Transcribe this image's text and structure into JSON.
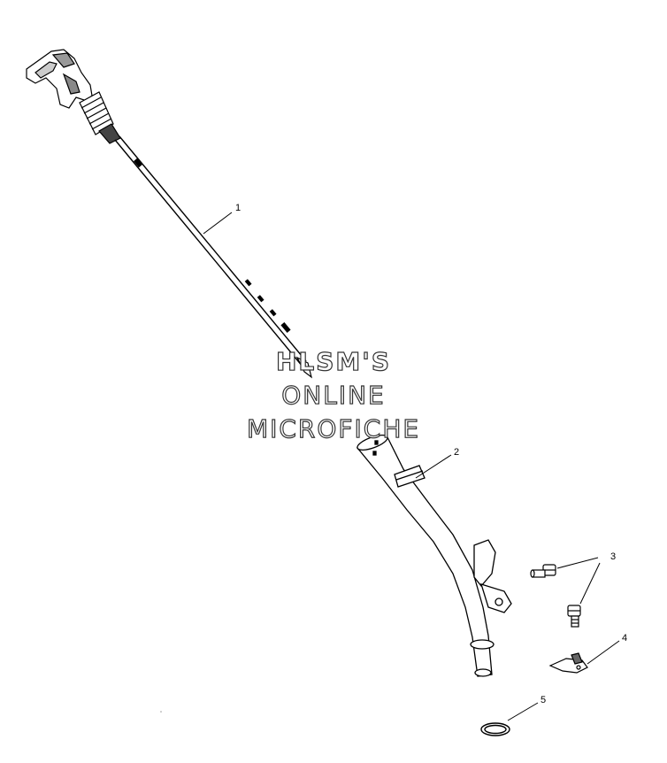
{
  "watermark": {
    "line1": "HLSM'S",
    "line2": "ONLINE",
    "line3": "MICROFICHE"
  },
  "callouts": [
    "1",
    "2",
    "3",
    "4",
    "5"
  ]
}
